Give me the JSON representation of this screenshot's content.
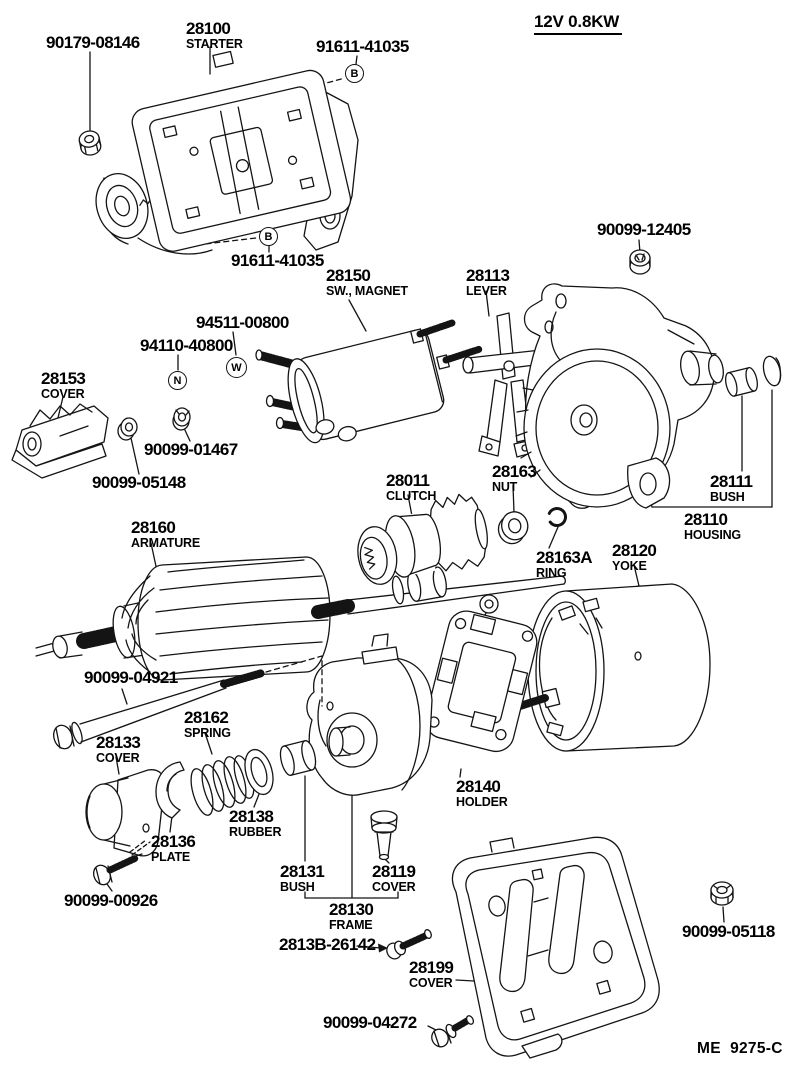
{
  "spec": "12V 0.8KW",
  "sheet_code": "ME  9275-C",
  "ink_color": "#141414",
  "symbols": {
    "bolt": "B",
    "washer": "W",
    "nut": "N"
  },
  "labels": {
    "starter": {
      "num": "28100",
      "name": "STARTER"
    },
    "bolt_top": {
      "num": "91611-41035"
    },
    "nut_90179": {
      "num": "90179-08146"
    },
    "bolt_bottom": {
      "num": "91611-41035"
    },
    "magnet_switch": {
      "num": "28150",
      "name": "SW., MAGNET"
    },
    "lever": {
      "num": "28113",
      "name": "LEVER"
    },
    "nut_90099_12405": {
      "num": "90099-12405"
    },
    "screw_94511_00800": {
      "num": "94511-00800"
    },
    "nut_94110_40800": {
      "num": "94110-40800"
    },
    "cover_28153": {
      "num": "28153",
      "name": "COVER"
    },
    "nut_90099_01467": {
      "num": "90099-01467"
    },
    "washer_90099_05148": {
      "num": "90099-05148"
    },
    "clutch": {
      "num": "28011",
      "name": "CLUTCH"
    },
    "nut_28163": {
      "num": "28163",
      "name": "NUT"
    },
    "bush_28111": {
      "num": "28111",
      "name": "BUSH"
    },
    "housing": {
      "num": "28110",
      "name": "HOUSING"
    },
    "armature": {
      "num": "28160",
      "name": "ARMATURE"
    },
    "ring_28163a": {
      "num": "28163A",
      "name": "RING"
    },
    "yoke": {
      "num": "28120",
      "name": "YOKE"
    },
    "bolt_90099_04921": {
      "num": "90099-04921"
    },
    "spring_28162": {
      "num": "28162",
      "name": "SPRING"
    },
    "cover_28133": {
      "num": "28133",
      "name": "COVER"
    },
    "rubber_28138": {
      "num": "28138",
      "name": "RUBBER"
    },
    "plate_28136": {
      "num": "28136",
      "name": "PLATE"
    },
    "holder_28140": {
      "num": "28140",
      "name": "HOLDER"
    },
    "screw_90099_00926": {
      "num": "90099-00926"
    },
    "bush_28131": {
      "num": "28131",
      "name": "BUSH"
    },
    "cover_28119": {
      "num": "28119",
      "name": "COVER"
    },
    "frame_28130": {
      "num": "28130",
      "name": "FRAME"
    },
    "screw_2813b_26142": {
      "num": "2813B-26142"
    },
    "cover_28199": {
      "num": "28199",
      "name": "COVER"
    },
    "screw_90099_04272": {
      "num": "90099-04272"
    },
    "nut_90099_05118": {
      "num": "90099-05118"
    }
  }
}
